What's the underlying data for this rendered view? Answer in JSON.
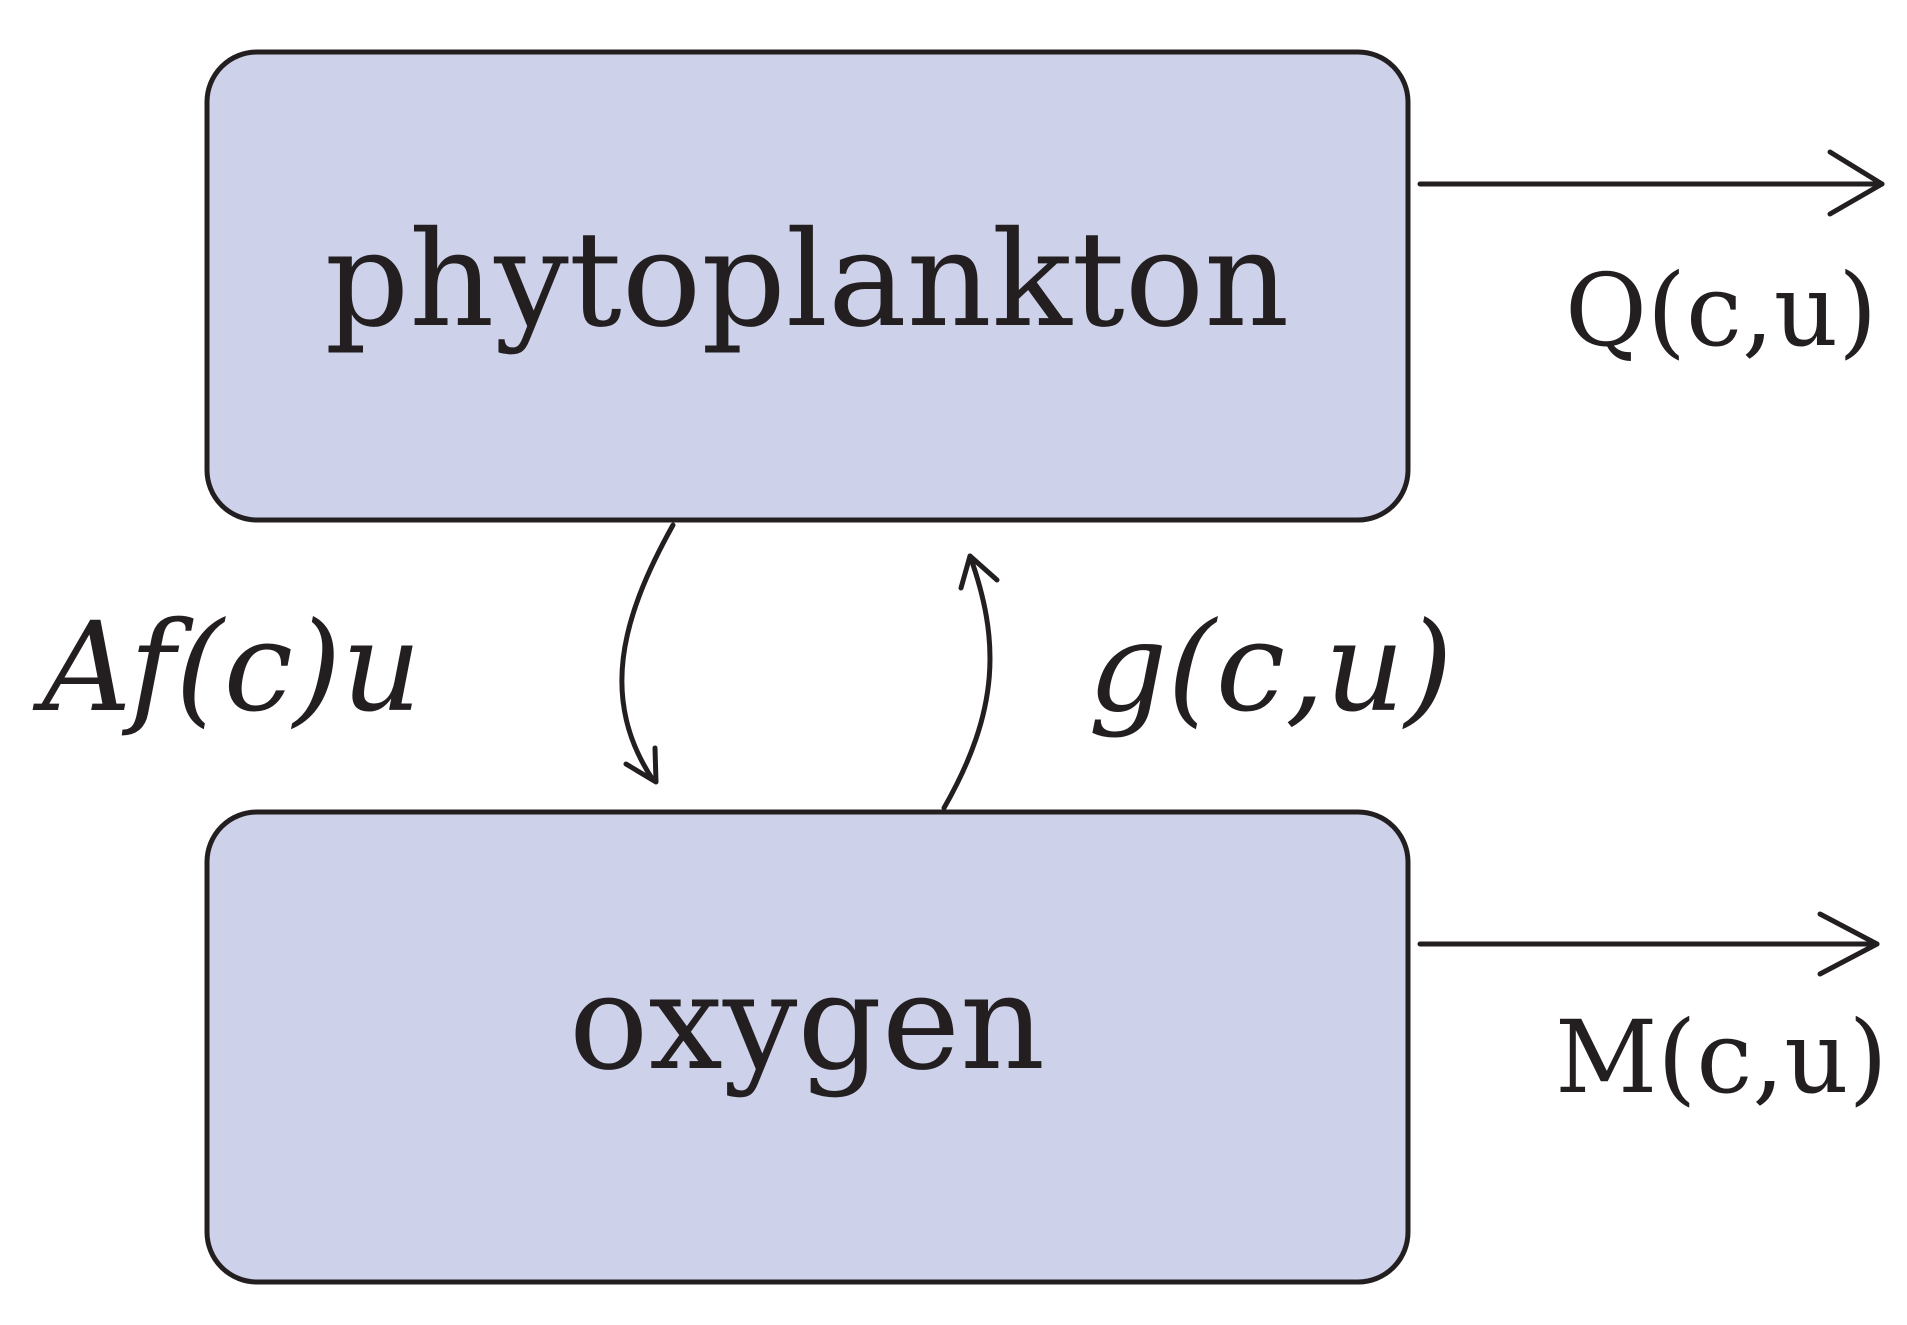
{
  "colors": {
    "box_fill": "#ced1ea",
    "stroke": "#231f20",
    "text": "#231f20",
    "background": "#ffffff"
  },
  "nodes": {
    "phytoplankton": {
      "label": "phytoplankton"
    },
    "oxygen": {
      "label": "oxygen"
    }
  },
  "flows": {
    "phyto_out": {
      "label": "Q(c,u)"
    },
    "oxygen_out": {
      "label": "M(c,u)"
    },
    "phyto_to_oxygen": {
      "label": "Af(c)u"
    },
    "oxygen_to_phyto": {
      "label": "g(c,u)"
    }
  }
}
